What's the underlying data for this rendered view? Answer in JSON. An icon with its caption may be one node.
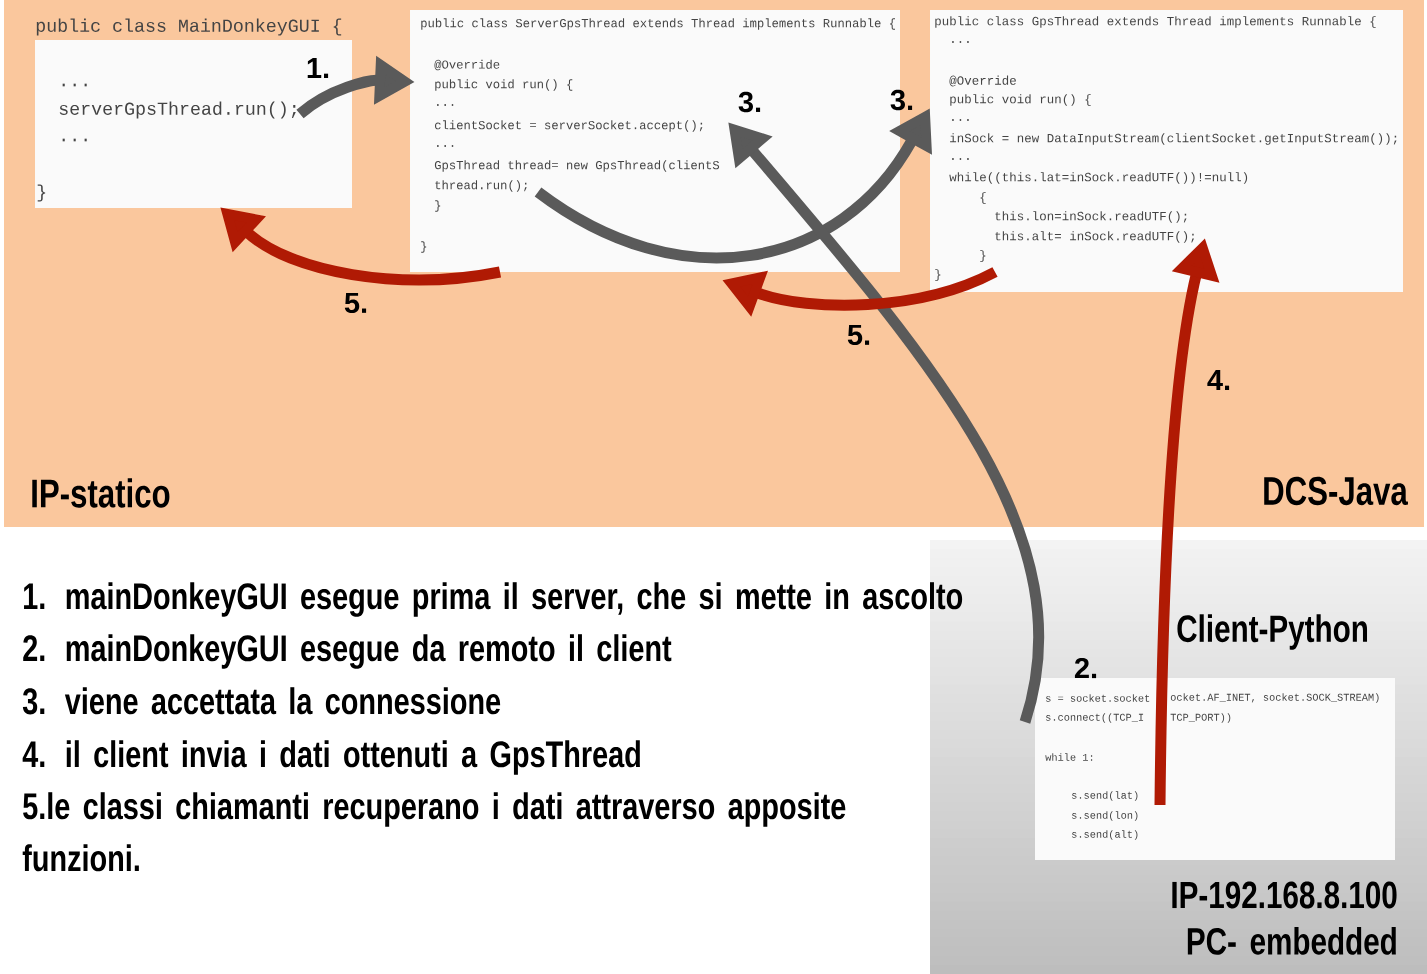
{
  "diagram": {
    "nodes": [
      {
        "text": [
          "IP-statico",
          "DCS-Java"
        ]
      },
      {
        "text": [
          "public class MainDonkeyGUI {",
          "...",
          "serverGpsThread.run();",
          "...",
          "}"
        ],
        "in": 0
      },
      {
        "text": [
          "public class ServerGpsThread extends Thread implements Runnable {",
          "@Override",
          "public void run() {",
          "...",
          "clientSocket = serverSocket.accept();",
          "...",
          "GpsThread thread= new GpsThread(clientS",
          "thread.run();",
          "}",
          "}"
        ],
        "in": 0
      },
      {
        "text": [
          "public class GpsThread extends Thread implements Runnable {",
          "...",
          "@Override",
          "public void run() {",
          "...",
          "inSock = new DataInputStream(clientSocket.getInputStream());",
          "...",
          "while((this.lat=inSock.readUTF())!=null)",
          "{",
          "this.lon=inSock.readUTF();",
          "this.alt= inSock.readUTF();",
          "}",
          "}"
        ],
        "in": 0
      },
      {
        "text": [
          "Client-Python",
          "IP-192.168.8.100 PC- embedded"
        ]
      },
      {
        "text": [
          "s = socket.socket",
          "ocket.AF_INET, socket.SOCK_STREAM)",
          "s.connect((TCP_I",
          "TCP_PORT))",
          "while 1:",
          "s.send(lat)",
          "s.send(lon)",
          "s.send(alt)"
        ],
        "in": 4
      }
    ],
    "edges": [
      {
        "from": 1,
        "to": 2,
        "arrow": "to",
        "label": "1.",
        "color": "#5a5a5a"
      },
      {
        "from": 2,
        "to": 3,
        "arrow": "to",
        "label": "3.",
        "color": "#5a5a5a"
      },
      {
        "from": 5,
        "to": 2,
        "arrow": "to",
        "label": "3.",
        "color": "#5a5a5a"
      },
      {
        "from": 5,
        "to": 3,
        "arrow": "to",
        "label": "4.",
        "color": "#b01a04"
      },
      {
        "from": 3,
        "to": 2,
        "arrow": "to",
        "label": "5.",
        "color": "#b01a04"
      },
      {
        "from": 2,
        "to": 1,
        "arrow": "to",
        "label": "5.",
        "color": "#b01a04"
      }
    ],
    "labels": [
      "1. mainDonkeyGUI esegue prima il server, che si mette in ascolto",
      "2. mainDonkeyGUI esegue da remoto il client",
      "3. viene accettata la connessione",
      "4. il client invia i dati ottenuti a GpsThread",
      "5.le classi chiamanti recuperano i dati attraverso apposite funzioni.",
      "2."
    ]
  }
}
